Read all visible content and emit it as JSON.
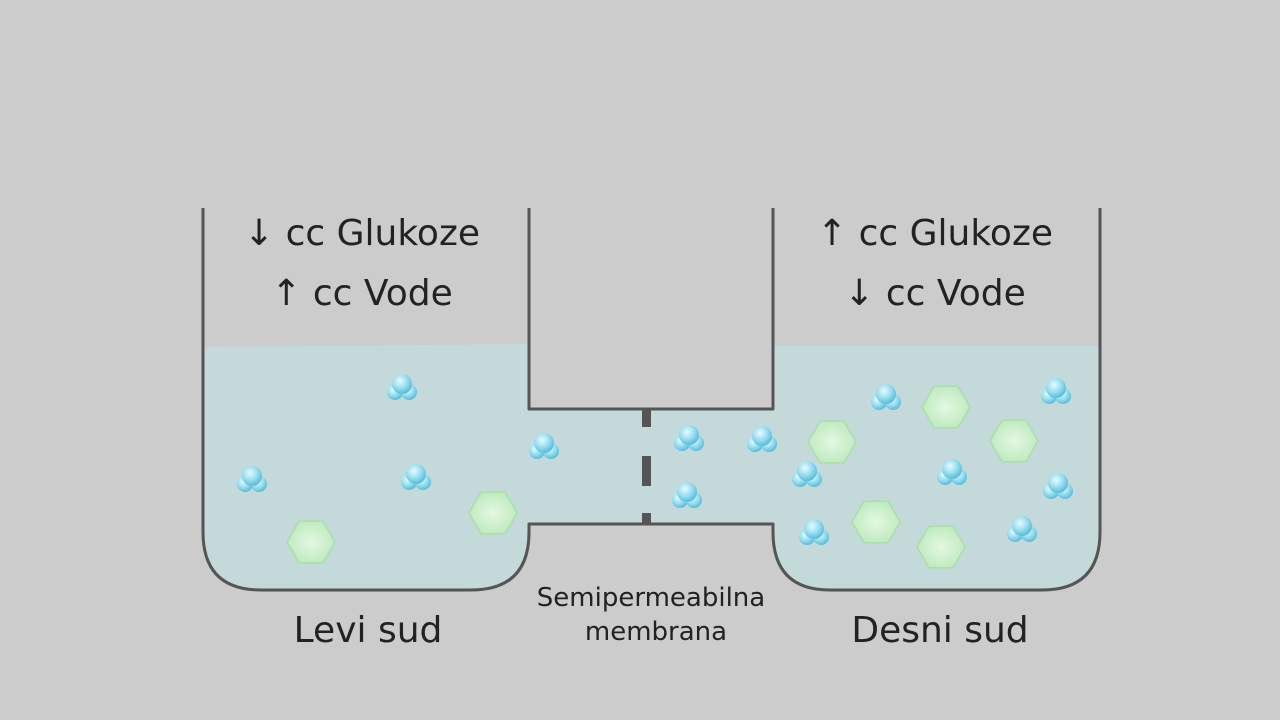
{
  "left_vessel": {
    "glucose_line": "↓ cc Glukoze",
    "water_line": "↑ cc Vode",
    "label": "Levi sud"
  },
  "right_vessel": {
    "glucose_line": "↑ cc Glukoze",
    "water_line": "↓ cc Vode",
    "label": "Desni sud"
  },
  "membrane": {
    "label_line1": "Semipermeabilna",
    "label_line2": "membrana"
  },
  "colors": {
    "background": "#cccccc",
    "liquid": "#c4d9da",
    "vessel_outline": "#555555",
    "water_molecule": "#7fd0e6",
    "glucose_molecule": "#c8ecc8"
  },
  "icons": [
    "water-molecule-icon",
    "glucose-molecule-icon"
  ]
}
